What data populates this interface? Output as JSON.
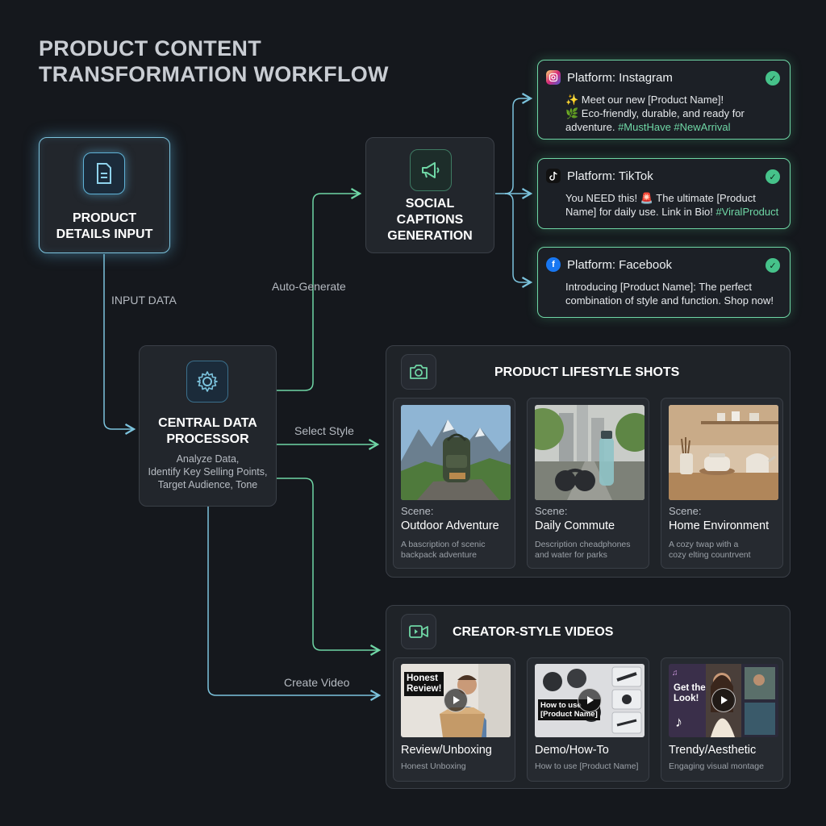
{
  "title": {
    "line1": "PRODUCT CONTENT",
    "line2": "TRANSFORMATION WORKFLOW"
  },
  "nodes": {
    "input": {
      "title_line1": "PRODUCT",
      "title_line2": "DETAILS INPUT",
      "icon": "document-icon"
    },
    "processor": {
      "title_line1": "CENTRAL DATA",
      "title_line2": "PROCESSOR",
      "icon": "gear-icon",
      "desc_line1": "Analyze Data,",
      "desc_line2": "Identify Key Selling Points,",
      "desc_line3": "Target Audience, Tone"
    },
    "captions": {
      "title_line1": "SOCIAL",
      "title_line2": "CAPTIONS",
      "title_line3": "GENERATION",
      "icon": "megaphone-icon"
    }
  },
  "edges": {
    "input_data": "INPUT DATA",
    "auto_generate": "Auto-Generate",
    "select_style": "Select Style",
    "create_video": "Create Video"
  },
  "platforms": [
    {
      "label": "Platform: Instagram",
      "icon": "instagram-icon",
      "color": "#e1306c",
      "line1": "✨ Meet our new [Product Name]!",
      "line2": "🌿 Eco-friendly, durable, and ready for",
      "line3": "adventure.",
      "tags": "#MustHave #NewArrival"
    },
    {
      "label": "Platform: TikTok",
      "icon": "tiktok-icon",
      "color": "#111111",
      "line1": "You NEED this! 🚨 The ultimate [Product",
      "line2": "Name] for daily use. Link in Bio!",
      "tags": "#ViralProduct"
    },
    {
      "label": "Platform: Facebook",
      "icon": "facebook-icon",
      "color": "#1877f2",
      "line1": "Introducing [Product Name]: The perfect",
      "line2": "combination of style and function. Shop now!"
    }
  ],
  "lifestyle": {
    "title": "PRODUCT LIFESTYLE SHOTS",
    "icon": "camera-icon",
    "scenes": [
      {
        "kicker": "Scene:",
        "title": "Outdoor Adventure",
        "desc1": "A bascription of scenic",
        "desc2": "backpack adventure"
      },
      {
        "kicker": "Scene:",
        "title": "Daily Commute",
        "desc1": "Description cheadphones",
        "desc2": "and water for parks"
      },
      {
        "kicker": "Scene:",
        "title": "Home Environment",
        "desc1": "A cozy twap with a",
        "desc2": "cozy elting countrvent"
      }
    ]
  },
  "videos": {
    "title": "CREATOR-STYLE VIDEOS",
    "icon": "video-camera-icon",
    "items": [
      {
        "overlay1": "Honest",
        "overlay2": "Review!",
        "title": "Review/Unboxing",
        "desc": "Honest Unboxing"
      },
      {
        "overlay1": "How to use",
        "overlay2": "[Product Name]",
        "title": "Demo/How-To",
        "desc": "How to use [Product Name]"
      },
      {
        "overlay1": "Get the",
        "overlay2": "Look!",
        "title": "Trendy/Aesthetic",
        "desc": "Engaging visual montage"
      }
    ]
  },
  "colors": {
    "accent_blue": "#7cc3dd",
    "accent_green": "#6fd6a5",
    "background": "#15181d"
  }
}
